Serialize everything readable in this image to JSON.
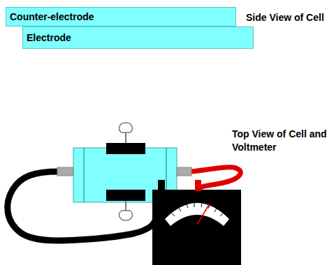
{
  "diagram": {
    "nodes": [
      {
        "text": [
          "Counter-electrode"
        ]
      },
      {
        "text": [
          "Electrode"
        ]
      }
    ],
    "labels": [
      "Side View of Cell",
      "Top View of Cell and Voltmeter"
    ]
  }
}
